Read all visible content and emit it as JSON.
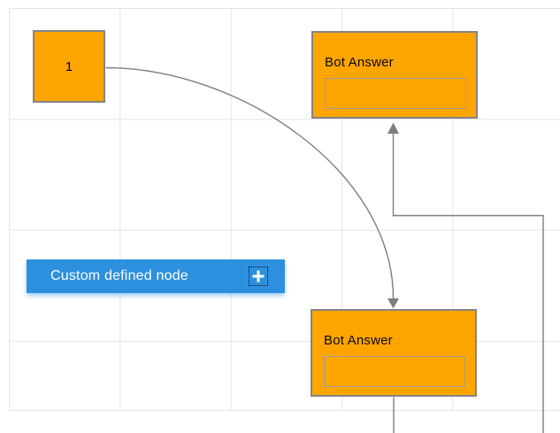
{
  "colors": {
    "background": "#ffffff",
    "grid_line": "#e4e4e4",
    "node_orange": "#ffa500",
    "node_border_gray": "#848484",
    "input_border_gray": "#9e9e9e",
    "accent_blue": "#2c90de",
    "connector_gray": "#7e7e7e",
    "text_light": "#ffffff"
  },
  "diagram": {
    "start_node": {
      "label": "1"
    },
    "bot_answer_top": {
      "title": "Bot Answer",
      "input_value": "",
      "input_placeholder": ""
    },
    "bot_answer_bottom": {
      "title": "Bot Answer",
      "input_value": "",
      "input_placeholder": ""
    },
    "custom_node": {
      "label": "Custom defined node",
      "add_icon": "plus"
    },
    "connections": [
      {
        "from": "start_node",
        "to": "bot_answer_bottom",
        "type": "bezier",
        "arrow": "down"
      },
      {
        "from": "bot_answer_bottom",
        "to": "bot_answer_top",
        "type": "orthogonal",
        "arrow": "up"
      }
    ]
  }
}
